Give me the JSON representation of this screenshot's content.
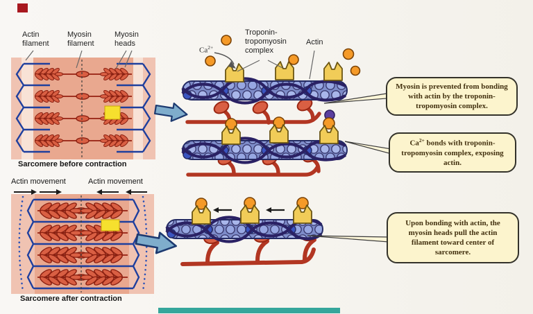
{
  "sarcomere_before": {
    "label_actin_filament": "Actin\nfilament",
    "label_myosin_filament": "Myosin\nfilament",
    "label_myosin_heads": "Myosin\nheads",
    "caption": "Sarcomere before contraction"
  },
  "sarcomere_after": {
    "label_actin_movement_left": "Actin movement",
    "label_actin_movement_right": "Actin movement",
    "caption": "Sarcomere after contraction"
  },
  "molecular": {
    "ca_base": "Ca",
    "ca_sup": "2+",
    "troponin_complex_label": "Troponin-\ntropomyosin\ncomplex",
    "actin_label": "Actin"
  },
  "callouts": [
    {
      "text": "Myosin is prevented from bonding with actin by the troponin-tropomyosin complex."
    },
    {
      "pre": "Ca",
      "sup": "2+",
      "rest": " bonds with troponin-tropomyosin complex, exposing actin."
    },
    {
      "text": "Upon bonding with actin, the myosin heads pull the actin filament toward center of sarcomere."
    }
  ],
  "colors": {
    "actin_bead": "#a8b6ea",
    "actin_dark_bead": "#3b55c0",
    "tropomyosin": "#2a2164",
    "troponin": "#f1cc58",
    "calcium_ion": "#f59a28",
    "purple_ion": "#5b3f9e",
    "myosin_head": "#d95f43",
    "myosin_filament": "#b23622",
    "z_line_blue": "#1e3f9e",
    "panel_pink": "#f0c3b2",
    "panel_inner_pink": "#e9a88f",
    "highlight_yellow": "#f6e02e",
    "arrow_blue": "#7fadcc",
    "callout_bg": "#fcf4cd"
  }
}
